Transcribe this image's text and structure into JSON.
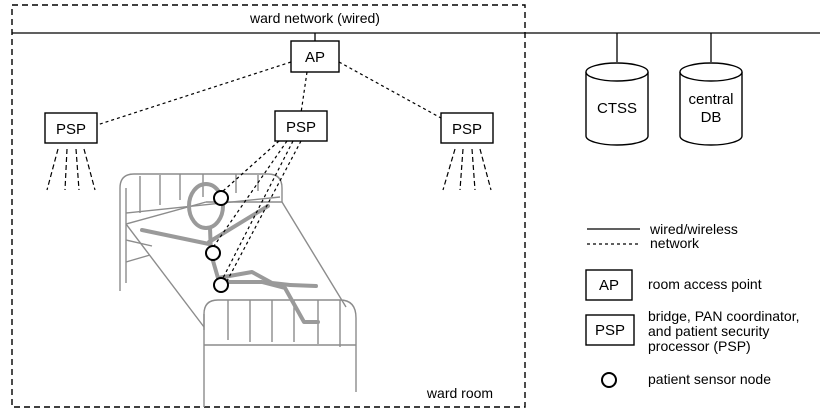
{
  "network": {
    "ward_network_label": "ward network (wired)",
    "ward_room_label": "ward room"
  },
  "nodes": {
    "ap_label": "AP",
    "psp_left_label": "PSP",
    "psp_center_label": "PSP",
    "psp_right_label": "PSP"
  },
  "databases": {
    "ctss_label": "CTSS",
    "central_db_line1": "central",
    "central_db_line2": "DB"
  },
  "legend": {
    "link_line1": "wired/wireless",
    "link_line2": "network",
    "ap_symbol": "AP",
    "ap_desc": "room access point",
    "psp_symbol": "PSP",
    "psp_desc_line1": "bridge, PAN coordinator,",
    "psp_desc_line2": "and patient security",
    "psp_desc_line3": "processor (PSP)",
    "sensor_desc": "patient sensor node"
  },
  "colors": {
    "line": "#000000",
    "patient_figure": "#9a9a9a",
    "bed": "#8c8c8c"
  }
}
